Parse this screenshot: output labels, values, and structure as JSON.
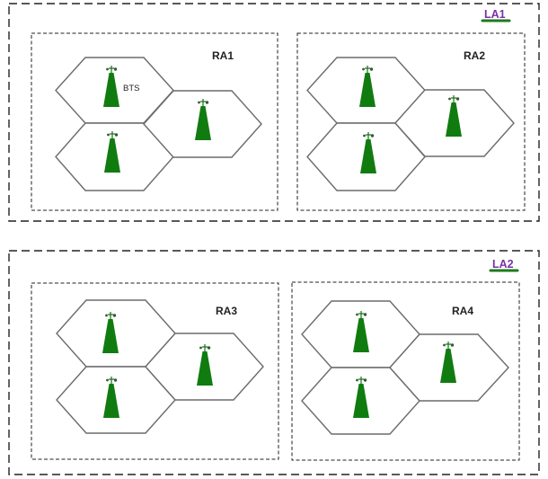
{
  "diagram": {
    "type": "cellular-network-hierarchy",
    "colors": {
      "bts": "#107c10",
      "la_label": "#7b2fa8",
      "la_underline": "#1f7a1f",
      "hex_stroke": "#6b6b6b",
      "border": "#222222"
    },
    "location_areas": [
      {
        "label": "LA1",
        "routing_areas": [
          {
            "label": "RA1",
            "cells": 3,
            "bts_label": "BTS"
          },
          {
            "label": "RA2",
            "cells": 3
          }
        ]
      },
      {
        "label": "LA2",
        "routing_areas": [
          {
            "label": "RA3",
            "cells": 3
          },
          {
            "label": "RA4",
            "cells": 3
          }
        ]
      }
    ],
    "icons": {
      "cell_site": "bts-tower-icon"
    }
  }
}
